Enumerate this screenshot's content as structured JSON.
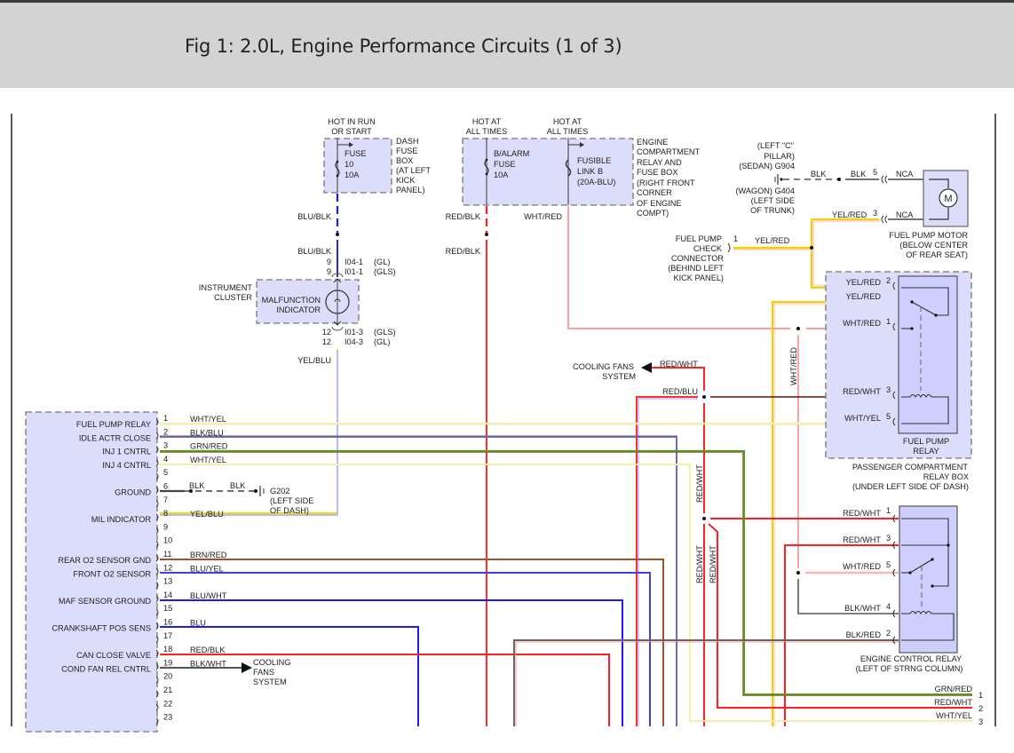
{
  "header": {
    "title": "Fig 1: 2.0L, Engine Performance Circuits (1 of 3)"
  },
  "power": {
    "hot_run_start": [
      "HOT IN RUN",
      "OR START"
    ],
    "hot_all_times_1": [
      "HOT AT",
      "ALL TIMES"
    ],
    "hot_all_times_2": [
      "HOT AT",
      "ALL TIMES"
    ]
  },
  "dash_fuse_box": {
    "label": [
      "DASH",
      "FUSE",
      "BOX",
      "(AT LEFT",
      "KICK",
      "PANEL)"
    ],
    "fuse": [
      "FUSE",
      "10",
      "10A"
    ]
  },
  "engine_fuse_box": {
    "label": [
      "ENGINE",
      "COMPARTMENT",
      "RELAY AND",
      "FUSE BOX",
      "(RIGHT FRONT",
      "CORNER",
      "OF ENGINE",
      "COMPT)"
    ],
    "fuse_alarm": [
      "B/ALARM",
      "FUSE",
      "10A"
    ],
    "fusible_link": [
      "FUSIBLE",
      "LINK B",
      "(20A-BLU)"
    ]
  },
  "wires": {
    "blu_blk_1": "BLU/BLK",
    "blu_blk_2": "BLU/BLK",
    "red_blk_1": "RED/BLK",
    "red_blk_2": "RED/BLK",
    "wht_red_top": "WHT/RED",
    "yel_blu": "YEL/BLU",
    "blk_ground_1": "BLK",
    "blk_ground_2": "BLK",
    "yel_red_check": "YEL/RED",
    "yel_red_motor": "YEL/RED",
    "blk_motor": "BLK",
    "red_wht_fans": "RED/WHT",
    "red_blu": "RED/BLU",
    "wht_red_vert": "WHT/RED",
    "red_wht_vert1": "RED/WHT",
    "red_wht_vert2": "RED/WHT",
    "red_wht_vert3": "RED/WHT"
  },
  "instrument_cluster": {
    "label": [
      "INSTRUMENT",
      "CLUSTER"
    ],
    "indicator": [
      "MALFUNCTION",
      "INDICATOR"
    ],
    "pin_in": [
      {
        "pin": "9",
        "conn": "I04-1",
        "variant": "(GL)"
      },
      {
        "pin": "9",
        "conn": "I01-1",
        "variant": "(GLS)"
      }
    ],
    "pin_out": [
      {
        "pin": "12",
        "conn": "I01-3",
        "variant": "(GLS)"
      },
      {
        "pin": "12",
        "conn": "I04-3",
        "variant": "(GL)"
      }
    ]
  },
  "ground_g904": {
    "label_top": [
      "(LEFT \"C\"",
      "PILLAR)",
      "(SEDAN) G904"
    ],
    "label_bottom": [
      "(WAGON) G404",
      "(LEFT SIDE",
      "OF TRUNK)"
    ]
  },
  "fuel_pump_motor": {
    "symbol": "M",
    "label": [
      "FUEL PUMP MOTOR",
      "(BELOW CENTER",
      "OF REAR SEAT)"
    ],
    "pins": [
      {
        "pin": "5",
        "wire": "BLK",
        "nca": "NCA"
      },
      {
        "pin": "3",
        "wire": "YEL/RED",
        "nca": "NCA"
      }
    ]
  },
  "fuel_pump_check": {
    "label": [
      "FUEL PUMP",
      "CHECK",
      "CONNECTOR",
      "(BEHIND LEFT",
      "KICK PANEL)"
    ],
    "pin": "1"
  },
  "fuel_pump_relay": {
    "label": [
      "FUEL PUMP",
      "RELAY"
    ],
    "box_label": [
      "PASSENGER COMPARTMENT",
      "RELAY BOX",
      "(UNDER LEFT SIDE OF DASH)"
    ],
    "pins": [
      {
        "pin": "2",
        "wire": "YEL/RED"
      },
      {
        "pin": "",
        "wire": "YEL/RED"
      },
      {
        "pin": "1",
        "wire": "WHT/RED"
      },
      {
        "pin": "3",
        "wire": "RED/WHT"
      },
      {
        "pin": "5",
        "wire": "WHT/YEL"
      }
    ]
  },
  "cooling_fans_top": [
    "COOLING FANS",
    "SYSTEM"
  ],
  "cooling_fans_bottom": [
    "COOLING",
    "FANS",
    "SYSTEM"
  ],
  "engine_control_relay": {
    "label": [
      "ENGINE CONTROL RELAY",
      "(LEFT OF STRNG COLUMN)"
    ],
    "pins": [
      {
        "pin": "1",
        "wire": "RED/WHT"
      },
      {
        "pin": "3",
        "wire": "RED/WHT"
      },
      {
        "pin": "5",
        "wire": "WHT/RED"
      },
      {
        "pin": "4",
        "wire": "BLK/WHT"
      },
      {
        "pin": "2",
        "wire": "BLK/RED"
      }
    ]
  },
  "continuation": [
    {
      "wire": "GRN/RED",
      "num": "1"
    },
    {
      "wire": "RED/WHT",
      "num": "2"
    },
    {
      "wire": "WHT/YEL",
      "num": "3"
    }
  ],
  "g202": [
    "G202",
    "(LEFT SIDE",
    "OF DASH)"
  ],
  "ecm": {
    "pins": [
      {
        "pin": "1",
        "func": "FUEL PUMP RELAY",
        "wire": "WHT/YEL"
      },
      {
        "pin": "2",
        "func": "IDLE ACTR CLOSE",
        "wire": "BLK/BLU"
      },
      {
        "pin": "3",
        "func": "INJ 1 CNTRL",
        "wire": "GRN/RED"
      },
      {
        "pin": "4",
        "func": "INJ 4 CNTRL",
        "wire": "WHT/YEL"
      },
      {
        "pin": "5",
        "func": "",
        "wire": ""
      },
      {
        "pin": "6",
        "func": "GROUND",
        "wire": "BLK"
      },
      {
        "pin": "7",
        "func": "",
        "wire": ""
      },
      {
        "pin": "8",
        "func": "MIL INDICATOR",
        "wire": "YEL/BLU"
      },
      {
        "pin": "9",
        "func": "",
        "wire": ""
      },
      {
        "pin": "10",
        "func": "",
        "wire": ""
      },
      {
        "pin": "11",
        "func": "REAR O2 SENSOR GND",
        "wire": "BRN/RED"
      },
      {
        "pin": "12",
        "func": "FRONT O2 SENSOR",
        "wire": "BLU/YEL"
      },
      {
        "pin": "13",
        "func": "",
        "wire": ""
      },
      {
        "pin": "14",
        "func": "MAF SENSOR GROUND",
        "wire": "BLU/WHT"
      },
      {
        "pin": "15",
        "func": "",
        "wire": ""
      },
      {
        "pin": "16",
        "func": "CRANKSHAFT POS SENS",
        "wire": "BLU"
      },
      {
        "pin": "17",
        "func": "",
        "wire": ""
      },
      {
        "pin": "18",
        "func": "CAN CLOSE VALVE",
        "wire": "RED/BLK"
      },
      {
        "pin": "19",
        "func": "COND FAN REL CNTRL",
        "wire": "BLK/WHT"
      },
      {
        "pin": "20",
        "func": "",
        "wire": ""
      },
      {
        "pin": "21",
        "func": "",
        "wire": ""
      },
      {
        "pin": "22",
        "func": "",
        "wire": ""
      },
      {
        "pin": "23",
        "func": "",
        "wire": ""
      }
    ]
  },
  "colors": {
    "header_bg": "#d3d3d3",
    "component_fill": "#dcdcfb",
    "red": "#ff2020",
    "blue": "#1a1aff",
    "yellow": "#f5e600",
    "green": "#3aa020",
    "brown": "#a0522d",
    "pink": "#f4a0a0"
  }
}
